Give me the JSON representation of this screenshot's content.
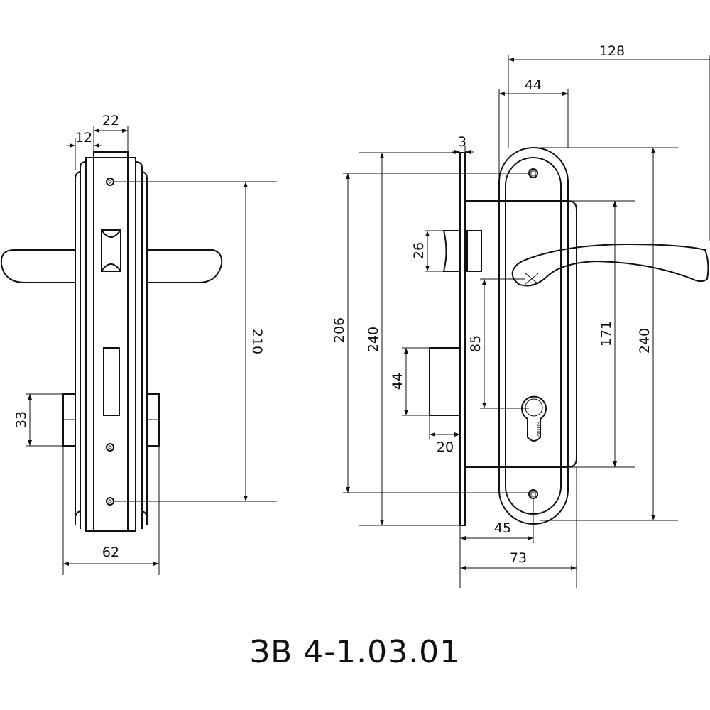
{
  "title": "ЗВ 4-1.03.01",
  "cylinder_label": "БЫПАТ",
  "dimensions": {
    "left_view": {
      "d12": "12",
      "d22": "22",
      "d210": "210",
      "d33": "33",
      "d62": "62"
    },
    "right_view": {
      "d128": "128",
      "d44top": "44",
      "d3": "3",
      "d26": "26",
      "d206": "206",
      "d240left": "240",
      "d85": "85",
      "d44": "44",
      "d20": "20",
      "d171": "171",
      "d240right": "240",
      "d45": "45",
      "d73": "73"
    }
  }
}
